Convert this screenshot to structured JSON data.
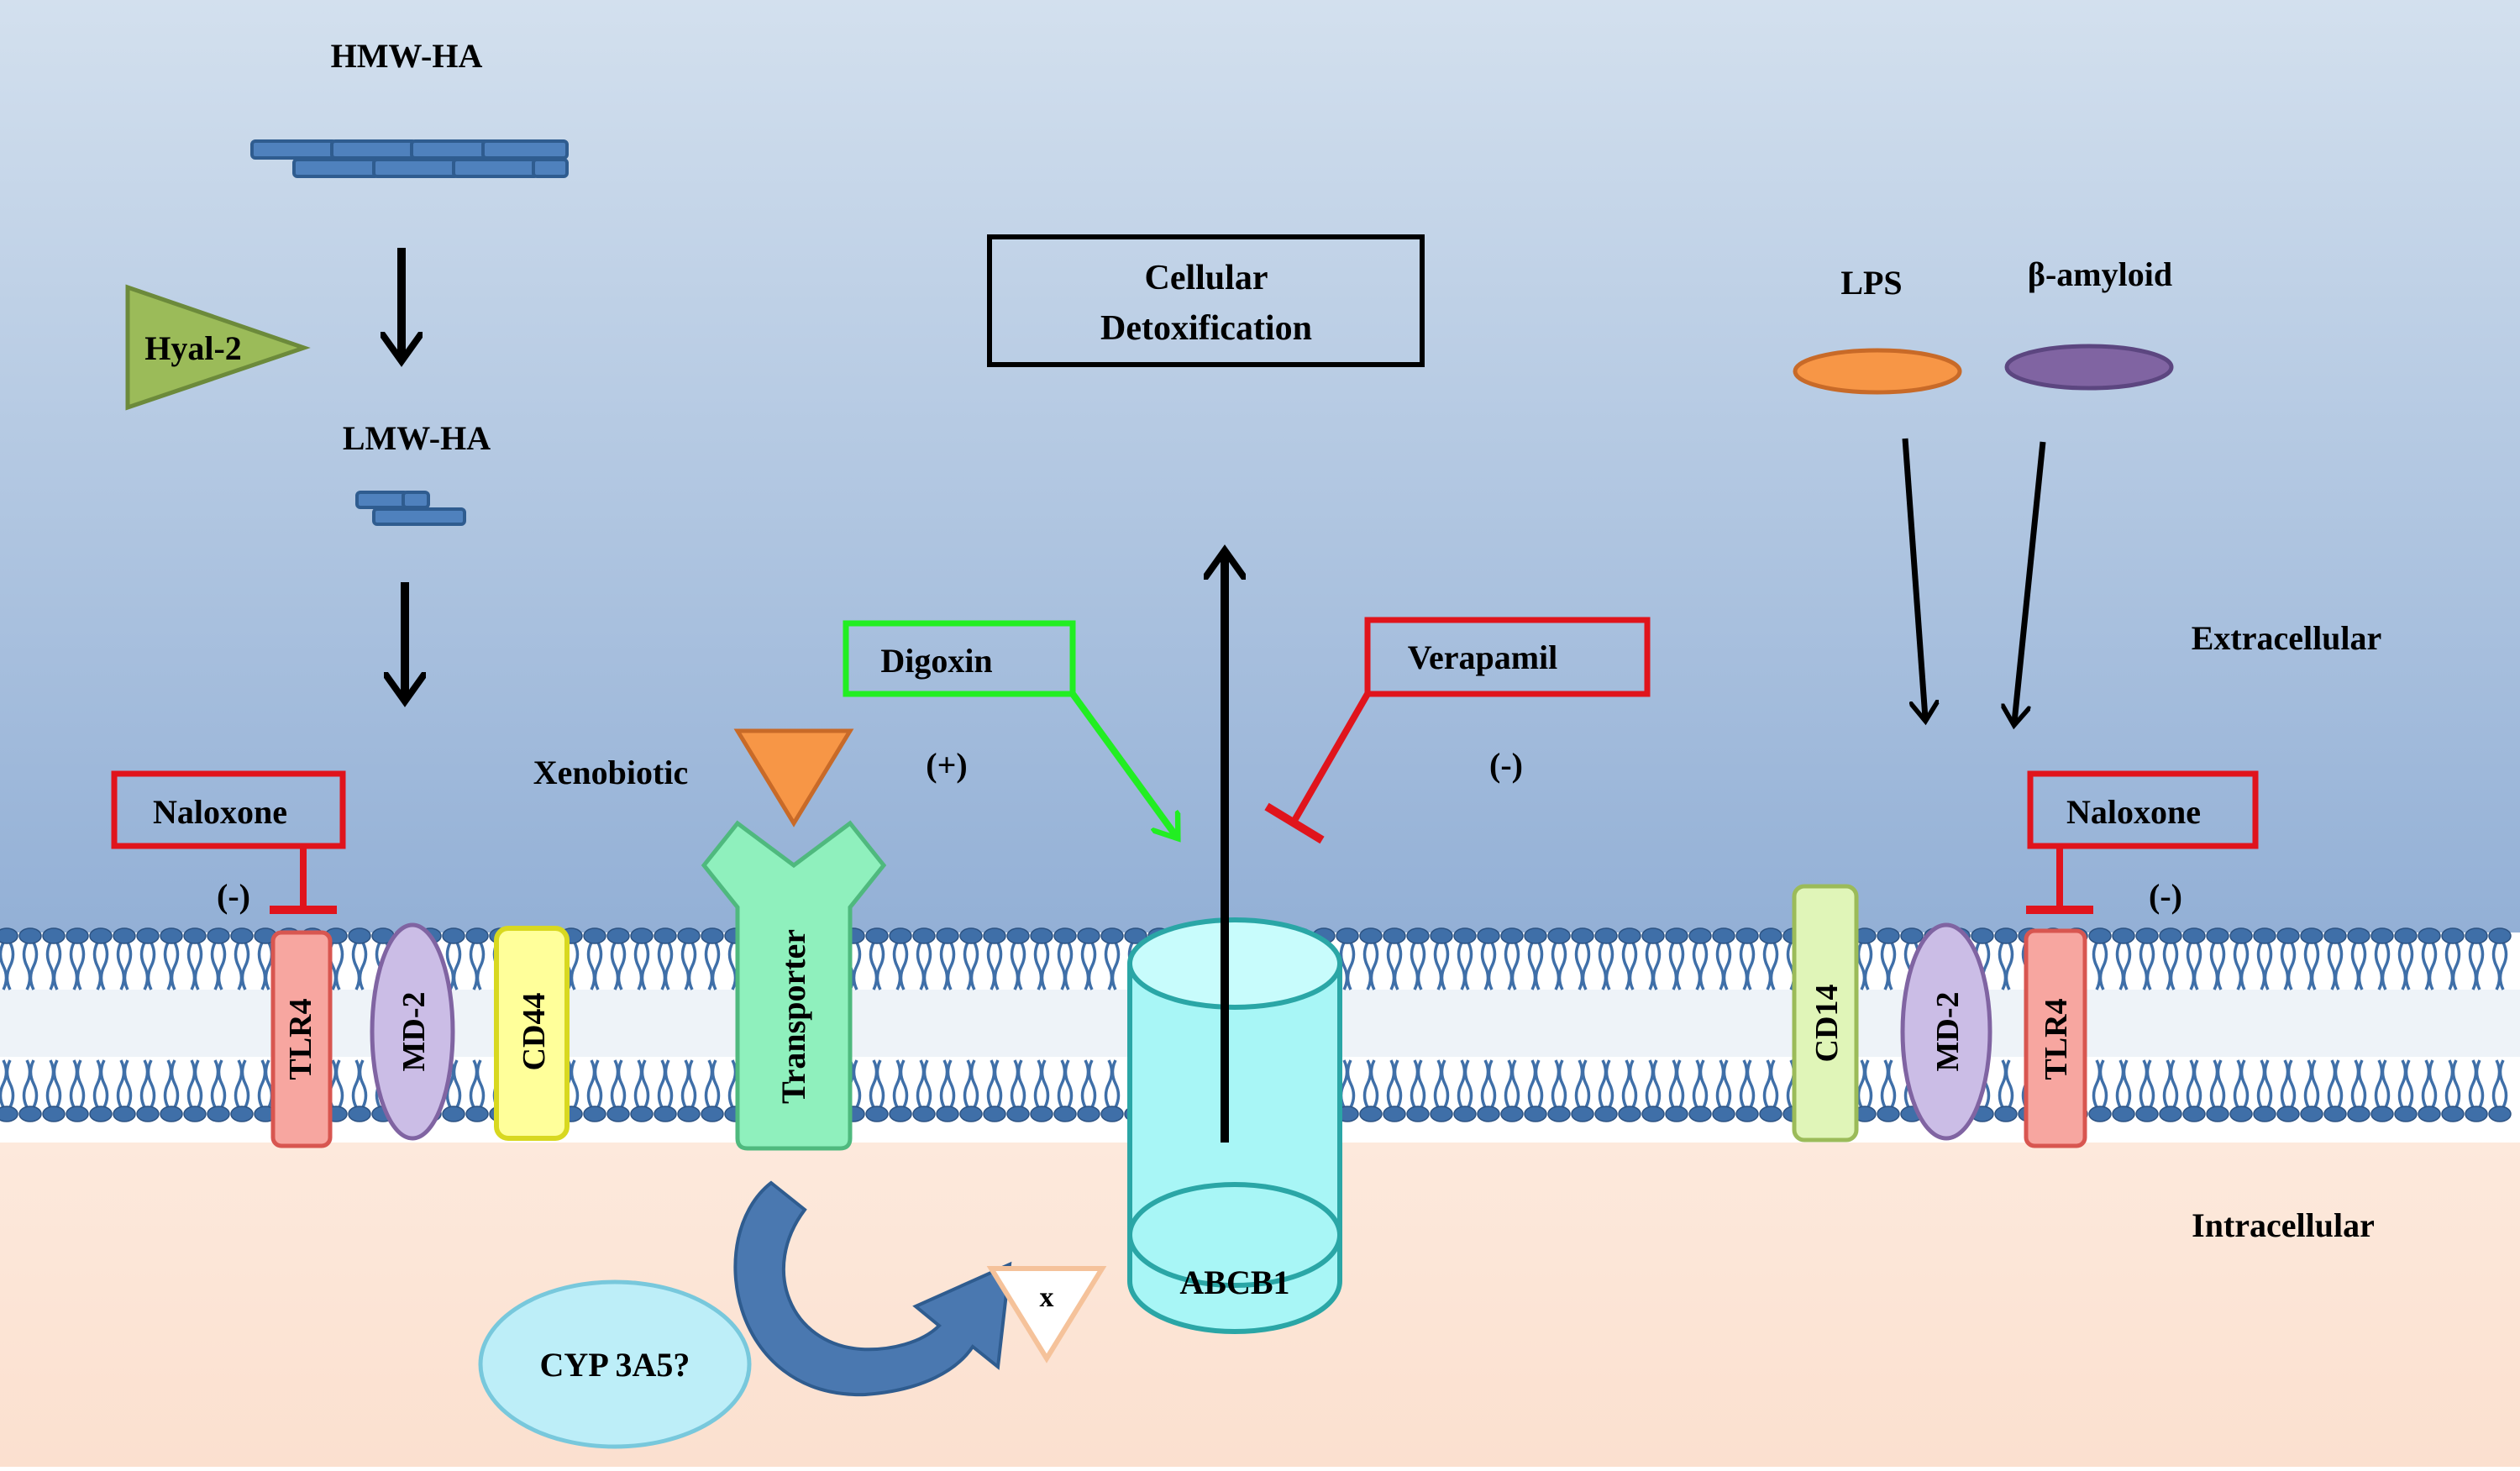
{
  "regions": {
    "extracellular_label": "Extracellular",
    "intracellular_label": "Intracellular"
  },
  "hyaluronan": {
    "hmw_label": "HMW-HA",
    "enzyme_label": "Hyal-2",
    "lmw_label": "LMW-HA"
  },
  "naloxone_left": {
    "label": "Naloxone",
    "sign": "(-)"
  },
  "naloxone_right": {
    "label": "Naloxone",
    "sign": "(-)"
  },
  "receptors_left": {
    "tlr4": "TLR4",
    "md2": "MD-2",
    "cd44": "CD44"
  },
  "receptors_right": {
    "cd14": "CD14",
    "md2": "MD-2",
    "tlr4": "TLR4"
  },
  "xenobiotic": {
    "label": "Xenobiotic",
    "sign": "(+)"
  },
  "transporter": {
    "label": "Transporter"
  },
  "metabolism": {
    "enzyme_label": "CYP 3A5?",
    "metabolite_label": "x"
  },
  "efflux_pump": {
    "label": "ABCB1",
    "outcome_line1": "Cellular",
    "outcome_line2": "Detoxification"
  },
  "digoxin": {
    "label": "Digoxin"
  },
  "verapamil": {
    "label": "Verapamil",
    "sign": "(-)"
  },
  "ligands": {
    "lps_label": "LPS",
    "amyloid_label": "β-amyloid"
  },
  "colors": {
    "inhibitor_red": "#e0141c",
    "activator_green": "#22ee22",
    "membrane_blue": "#3f6fa8",
    "tlr4_fill": "#f7a6a0",
    "md2_fill": "#cbbde6",
    "cd44_fill": "#ffff9a",
    "cd14_fill": "#e0f5b8",
    "transporter_fill": "#8ff0bd",
    "abcb1_fill": "#a8f6f6",
    "hyal2_fill": "#9bbb59",
    "xenobiotic_fill": "#f79646",
    "lps_fill": "#f79646",
    "amyloid_fill": "#8064a2",
    "cyp_fill": "#bdeef8"
  }
}
